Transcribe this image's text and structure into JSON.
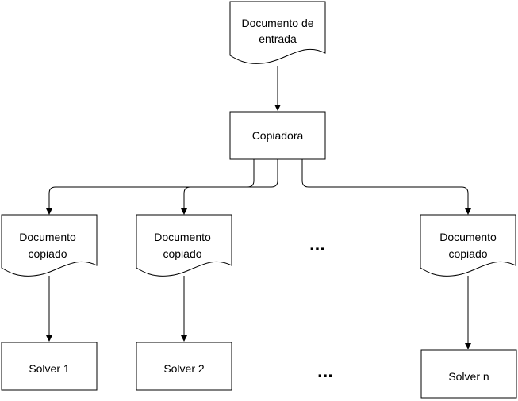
{
  "nodes": {
    "input_document": {
      "line1": "Documento de",
      "line2": "entrada"
    },
    "copier": {
      "label": "Copiadora"
    },
    "copied_document_1": {
      "line1": "Documento",
      "line2": "copiado"
    },
    "copied_document_2": {
      "line1": "Documento",
      "line2": "copiado"
    },
    "copied_document_n": {
      "line1": "Documento",
      "line2": "copiado"
    },
    "solver_1": {
      "label": "Solver 1"
    },
    "solver_2": {
      "label": "Solver 2"
    },
    "solver_n": {
      "label": "Solver n"
    }
  },
  "ellipses": {
    "documents_row": "...",
    "solvers_row": "..."
  }
}
